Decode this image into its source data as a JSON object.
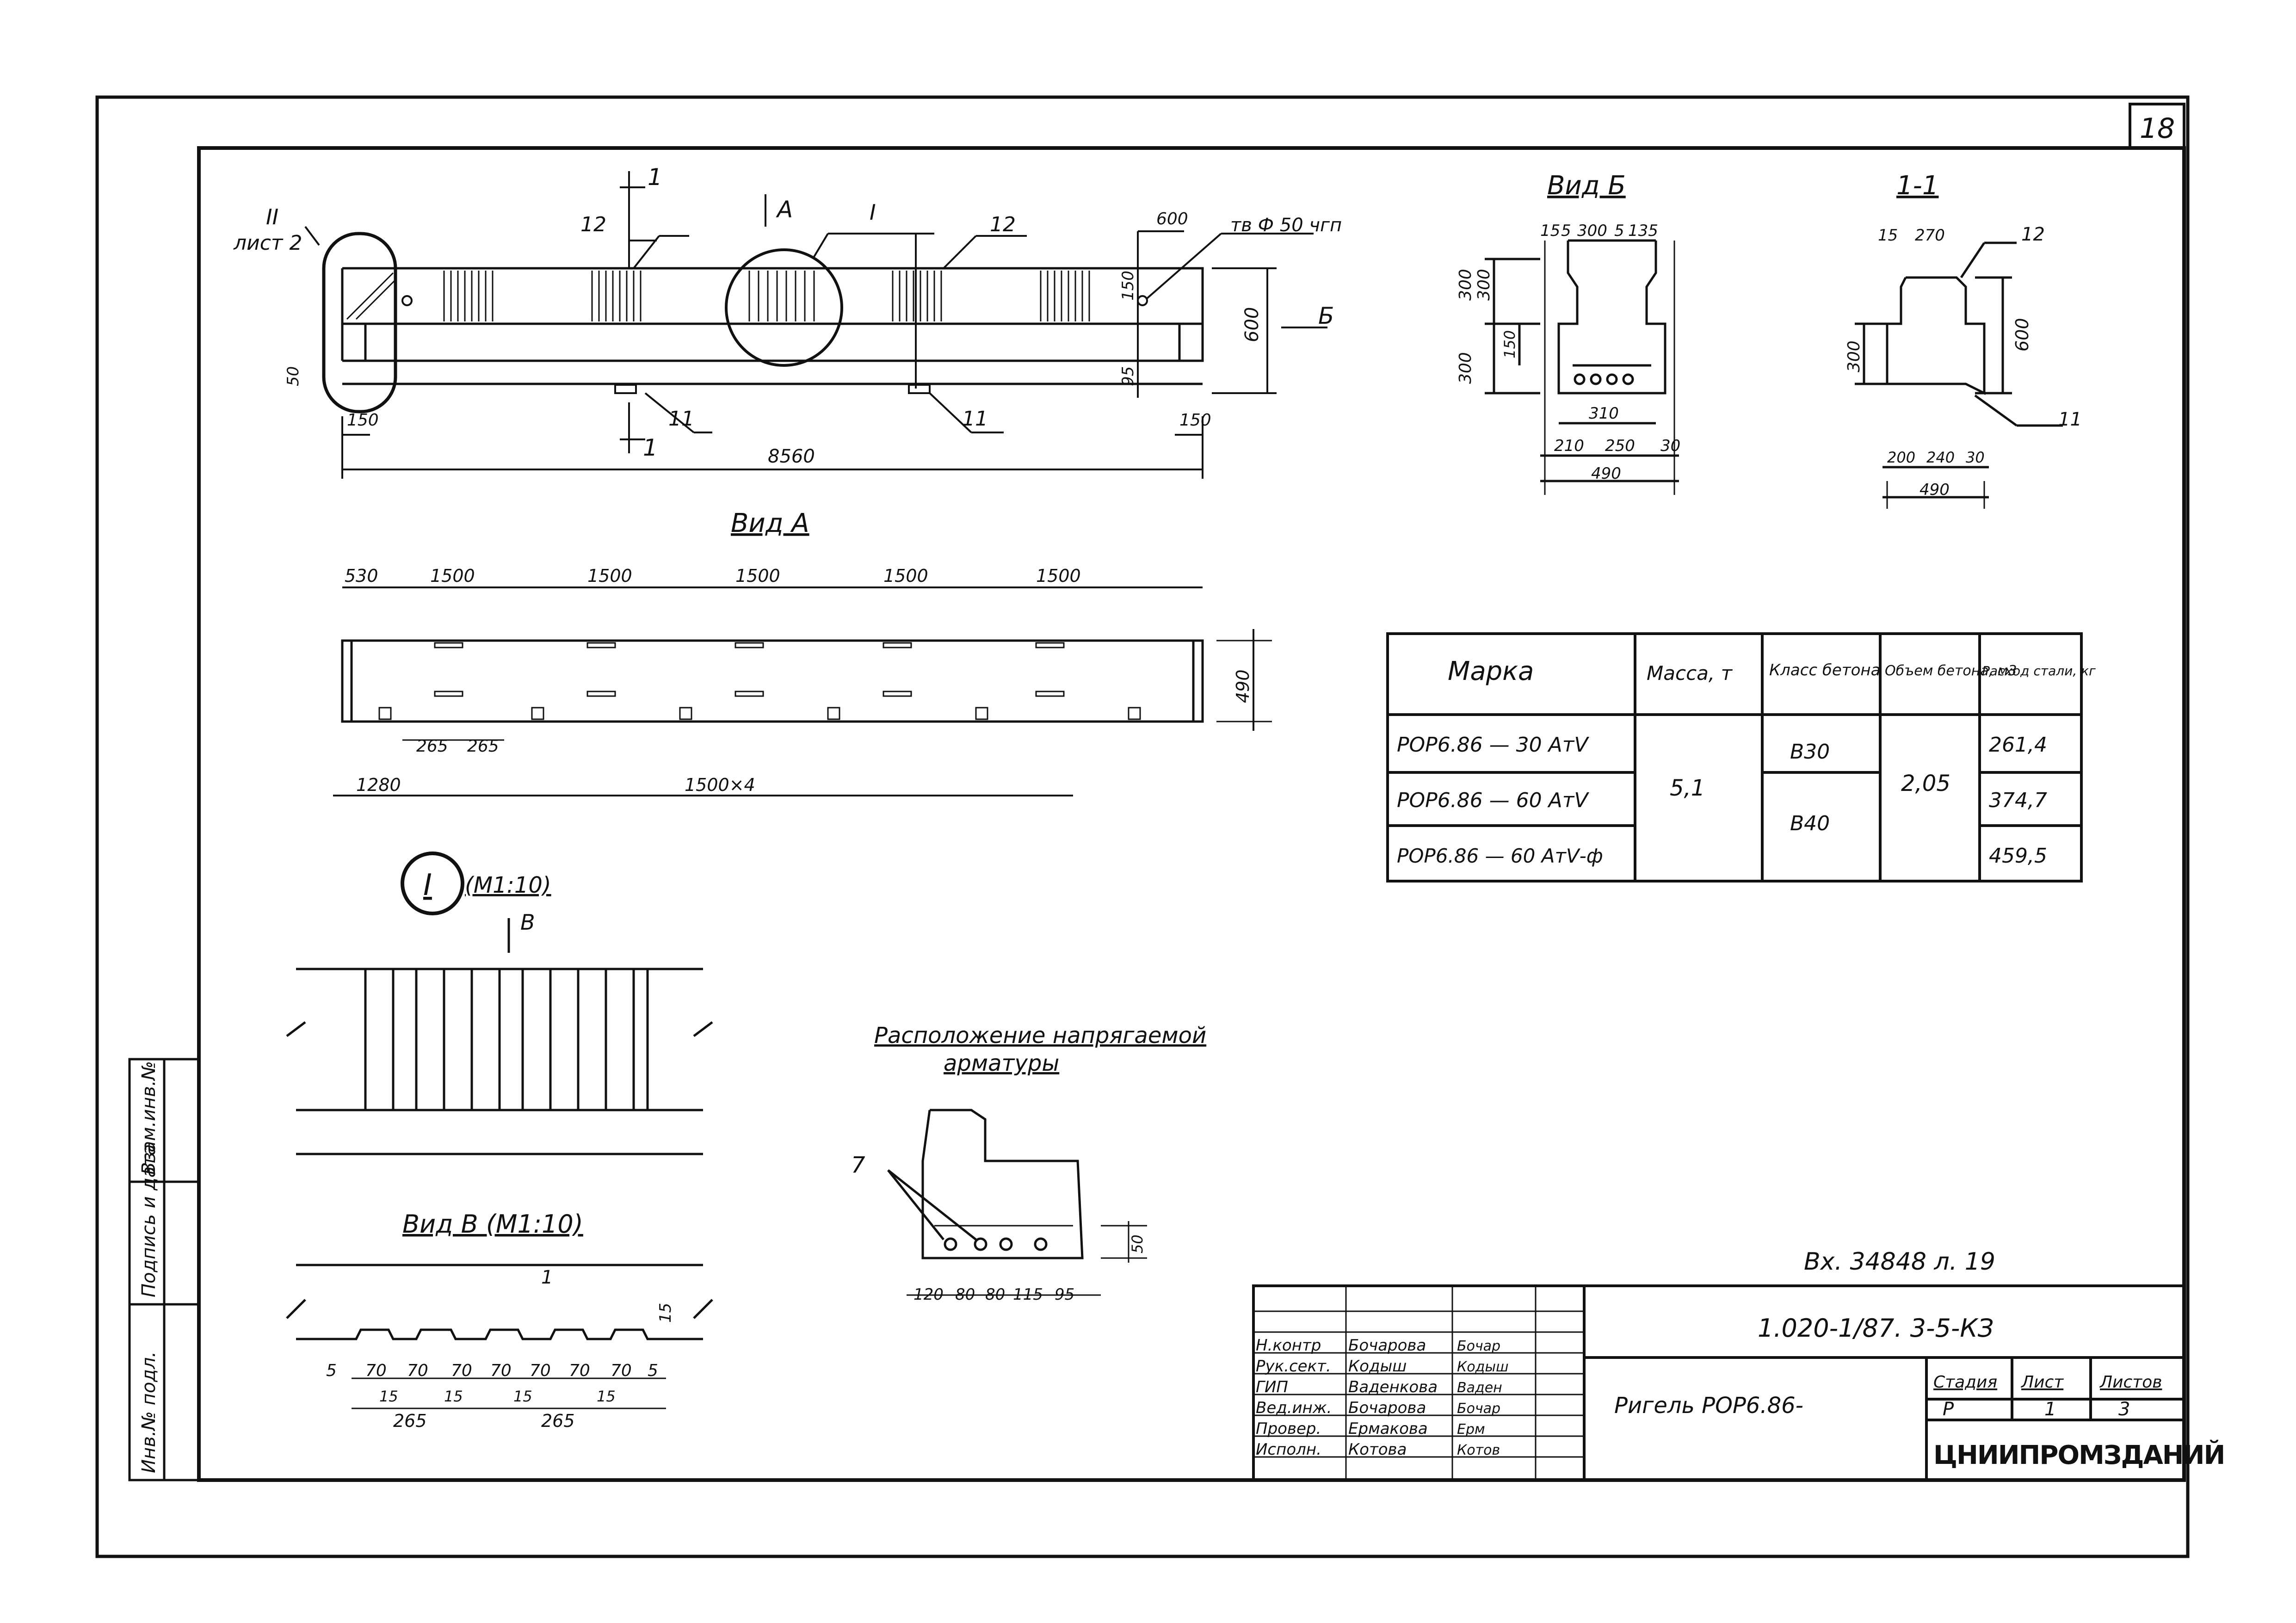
{
  "sheet": {
    "number": "18",
    "side_labels": [
      "Инв.№ подл.",
      "Подпись и дата",
      "Взам.инв.№"
    ],
    "archive_note": "Вх. 34848 л. 19"
  },
  "elevation": {
    "section_mark": "1",
    "view_a_arrow": "А",
    "node_I_label": "I",
    "node_II_label": "II",
    "node_II_sheet": "лист 2",
    "callout_12": "12",
    "callout_11": "11",
    "view_b_arrow": "Б",
    "hole_note": "тв Ф 50 чгп",
    "dim_overall": "8560",
    "dim_left_end": "150",
    "dim_right_end": "150",
    "dim_height": "600",
    "dim_top_offset": "600",
    "dim_hole": "150",
    "dim_bottom_right": "95",
    "dim_left_small": "50"
  },
  "view_b": {
    "title": "Вид Б",
    "dims_top": [
      "15",
      "5",
      "300",
      "5",
      "135"
    ],
    "dims_left": [
      "300",
      "300",
      "300"
    ],
    "dim_inner": "150",
    "dim_mid": "310",
    "dims_bottom": [
      "210",
      "250",
      "30"
    ],
    "dim_total": "490"
  },
  "section_1_1": {
    "title": "1-1",
    "dims_top": [
      "15",
      "270"
    ],
    "callout_12": "12",
    "callout_11": "11",
    "dim_height": "600",
    "dim_left": "300",
    "dims_bottom": [
      "200",
      "240",
      "30"
    ],
    "dim_total": "490"
  },
  "view_a": {
    "title": "Вид А",
    "dims_top": [
      "530",
      "1500",
      "1500",
      "1500",
      "1500",
      "1500"
    ],
    "dim_width": "490",
    "dims_small": [
      "265",
      "265"
    ],
    "dim_start": "1280",
    "dim_repeat": "1500×4"
  },
  "node_I": {
    "title": "I",
    "scale": "(М1:10)",
    "arrow": "В"
  },
  "view_v": {
    "title": "Вид В  (М1:10)",
    "dims_ribs": [
      "5",
      "70",
      "70",
      "70",
      "70",
      "70",
      "70",
      "70",
      "5"
    ],
    "dims_gaps": [
      "15",
      "15",
      "15",
      "15"
    ],
    "dims_pitch": [
      "265",
      "265"
    ],
    "dim_right": "15",
    "mark_1": "1"
  },
  "tendons": {
    "title_line1": "Расположение напрягаемой",
    "title_line2": "арматуры",
    "callout": "7",
    "dims_bottom": [
      "120",
      "80",
      "80",
      "115",
      "95"
    ],
    "dim_right": "50"
  },
  "spec_table": {
    "headers": [
      "Марка",
      "Масса, т",
      "Класс бетона",
      "Объем бетона, м3",
      "Расход стали, кг"
    ],
    "rows": [
      [
        "РОР6.86 — 30 АтⅤ",
        "5,1",
        "В30",
        "2,05",
        "261,4"
      ],
      [
        "РОР6.86 — 60 АтⅤ",
        "",
        "В40",
        "",
        "374,7"
      ],
      [
        "РОР6.86 — 60 АтⅤ-ф",
        "",
        "",
        "",
        "459,5"
      ]
    ]
  },
  "title_block": {
    "roles": [
      "Н.контр",
      "Рук.сект.",
      "ГИП",
      "Вед.инж.",
      "Провер.",
      "Исполн."
    ],
    "names": [
      "Бочарова",
      "Кодыш",
      "Ваденкова",
      "Бочарова",
      "Ермакова",
      "Котова"
    ],
    "signatures": [
      "Бочар",
      "Кодыш",
      "Ваден",
      "Бочар",
      "Ерм",
      "Котов"
    ],
    "code": "1.020-1/87. 3-5-КЗ",
    "item_name": "Ригель   РОР6.86-",
    "stage_header": "Стадия",
    "sheet_header": "Лист",
    "sheets_header": "Листов",
    "stage": "Р",
    "sheet": "1",
    "sheets": "3",
    "organization": "ЦНИИПРОМЗДАНИЙ"
  }
}
